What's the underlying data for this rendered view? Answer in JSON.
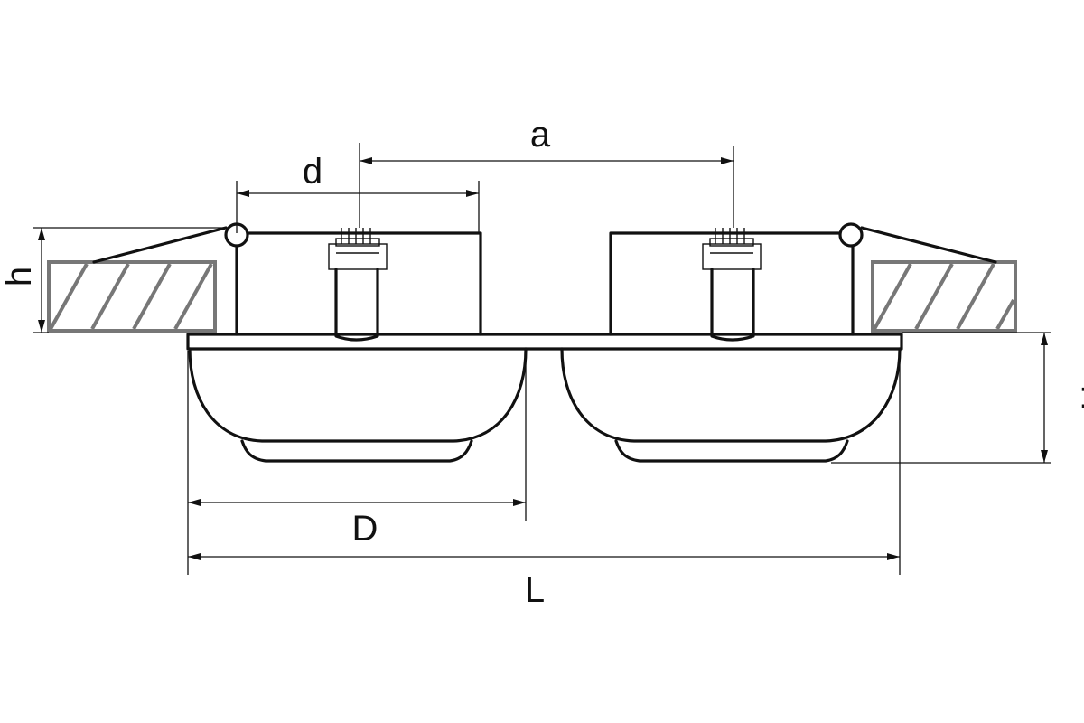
{
  "dimensions": {
    "a": "a",
    "d": "d",
    "h": "h",
    "H": "H",
    "D": "D",
    "L": "L"
  },
  "colors": {
    "line": "#111111",
    "ceiling": "#777777",
    "background": "#ffffff"
  }
}
